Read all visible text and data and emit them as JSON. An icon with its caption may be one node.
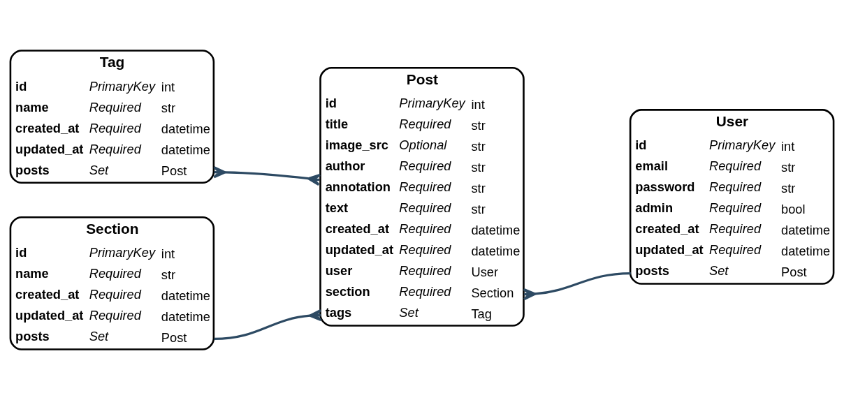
{
  "diagram": {
    "nodes": [
      {
        "text": [
          "Section",
          "id",
          "PrimaryKey",
          "int",
          "name",
          "Required",
          "str",
          "created_at",
          "Required",
          "datetime",
          "updated_at",
          "Required",
          "datetime",
          "posts",
          "Set",
          "Post"
        ]
      },
      {
        "text": [
          "Post",
          "id",
          "PrimaryKey",
          "int",
          "title",
          "Required",
          "str",
          "image_src",
          "Optional",
          "str",
          "author",
          "Required",
          "str",
          "annotation",
          "Required",
          "str",
          "text",
          "Required",
          "str",
          "created_at",
          "Required",
          "datetime",
          "updated_at",
          "Required",
          "datetime",
          "user",
          "Required",
          "User",
          "section",
          "Required",
          "Section",
          "tags",
          "Set",
          "Tag"
        ]
      },
      {
        "text": [
          "Tag",
          "id",
          "PrimaryKey",
          "int",
          "name",
          "Required",
          "str",
          "created_at",
          "Required",
          "datetime",
          "updated_at",
          "Required",
          "datetime",
          "posts",
          "Set",
          "Post"
        ]
      },
      {
        "text": [
          "User",
          "id",
          "PrimaryKey",
          "int",
          "email",
          "Required",
          "str",
          "password",
          "Required",
          "str",
          "admin",
          "Required",
          "bool",
          "created_at",
          "Required",
          "datetime",
          "updated_at",
          "Required",
          "datetime",
          "posts",
          "Set",
          "Post"
        ]
      }
    ],
    "edges": [
      {
        "from": 0,
        "to": 1,
        "arrow": "other"
      },
      {
        "from": 2,
        "to": 1,
        "arrow": "other"
      },
      {
        "from": 3,
        "to": 1,
        "arrow": "other"
      }
    ]
  }
}
